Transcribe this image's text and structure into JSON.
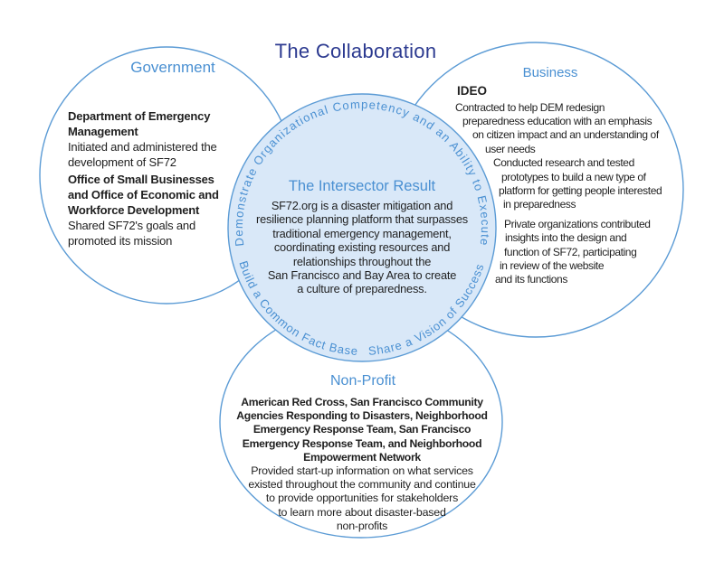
{
  "title": "The Collaboration",
  "colors": {
    "circle_stroke": "#5b9bd5",
    "center_fill": "#d9e8f8",
    "label_blue": "#4a90d2",
    "title_blue": "#2c3a90",
    "body_text": "#1f1f1f"
  },
  "government": {
    "label": "Government",
    "sections": [
      {
        "heading_lines": [
          "Department of Emergency",
          "Management"
        ],
        "body_lines": [
          "Initiated and administered the",
          "development of SF72"
        ]
      },
      {
        "heading_lines": [
          "Office of Small Businesses",
          "and Office of Economic and",
          "Workforce Development"
        ],
        "body_lines": [
          "Shared SF72's goals and",
          "promoted its mission"
        ]
      }
    ]
  },
  "business": {
    "label": "Business",
    "heading": "IDEO",
    "lines": [
      "Contracted to help DEM redesign",
      "preparedness education with an emphasis",
      "on citizen impact and an understanding of",
      "user needs",
      "Conducted research and tested",
      "prototypes to build a new type of",
      "platform for getting people interested",
      "in preparedness",
      "Private organizations contributed",
      "insights into the design and",
      "function of SF72, participating",
      "in review of the website",
      "and its functions"
    ]
  },
  "center": {
    "heading": "The Intersector Result",
    "body_lines": [
      "SF72.org is a disaster mitigation and",
      "resilience planning platform that surpasses",
      "traditional emergency management,",
      "coordinating existing resources and",
      "relationships throughout the",
      "San Francisco and Bay Area to create",
      "a culture of preparedness."
    ],
    "arcs": {
      "top": "Demonstrate Organizational Competency and an Ability to Execute",
      "bottom_left": "Build a Common Fact Base",
      "bottom_right": "Share a Vision of Success"
    }
  },
  "nonprofit": {
    "label": "Non-Profit",
    "heading_lines": [
      "American Red Cross, San Francisco Community",
      "Agencies Responding to Disasters, Neighborhood",
      "Emergency Response Team, San Francisco",
      "Emergency Response Team, and Neighborhood",
      "Empowerment Network"
    ],
    "body_lines": [
      "Provided start-up information on what services",
      "existed throughout the community and continue",
      "to provide opportunities for stakeholders",
      "to learn more about disaster-based",
      "non-profits"
    ]
  }
}
